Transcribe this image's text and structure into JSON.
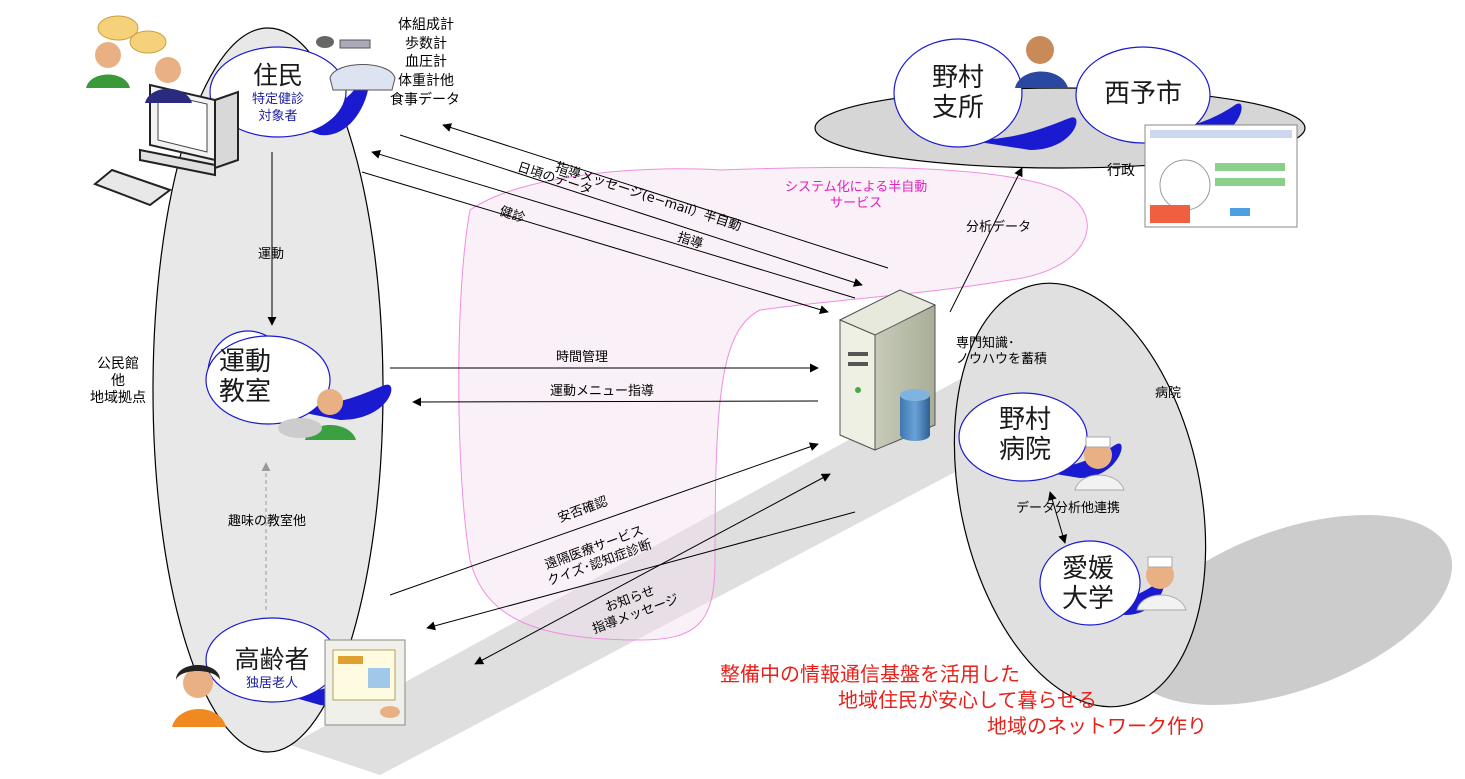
{
  "nodes": {
    "jumin": {
      "name": "住民",
      "sub": "特定健診\n対象者"
    },
    "undou": {
      "name": "運動\n教室"
    },
    "koureisha": {
      "name": "高齢者",
      "sub": "独居老人"
    },
    "nomura_shisho": {
      "name": "野村\n支所"
    },
    "seiyo": {
      "name": "西予市"
    },
    "nomura_byouin": {
      "name": "野村\n病院"
    },
    "ehime": {
      "name": "愛媛\n大学"
    }
  },
  "devices": [
    "体組成計",
    "歩数計",
    "血圧計",
    "体重計他",
    "食事データ"
  ],
  "regions": {
    "community": "公民館\n他\n地域拠点",
    "gyosei": "行政",
    "hospital": "病院"
  },
  "flows": {
    "undou_arrow": "運動",
    "shumi": "趣味の教室他",
    "shidou_message": "指導メッセージ(e−mail）半自動",
    "higoro": "日頃のデータ",
    "kenshin": "健診",
    "shidou": "指導",
    "jikan": "時間管理",
    "undou_menu": "運動メニュー指導",
    "anpi": "安否確認",
    "enkaku": "遠隔医療サービス\nクイズ･認知症診断",
    "oshirase": "お知らせ\n指導メッセージ",
    "bunseki": "分析データ",
    "renkei": "データ分析他連携"
  },
  "server_note": "専門知識･\nノウハウを蓄積",
  "system_label": "システム化による半自動\nサービス",
  "slogan": [
    "整備中の情報通信基盤を活用した",
    "地域住民が安心して暮らせる",
    "地域のネットワーク作り"
  ],
  "colors": {
    "accent_blue": "#1a1ad0",
    "slogan_red": "#e8201a",
    "system_pink": "#e020c0"
  }
}
